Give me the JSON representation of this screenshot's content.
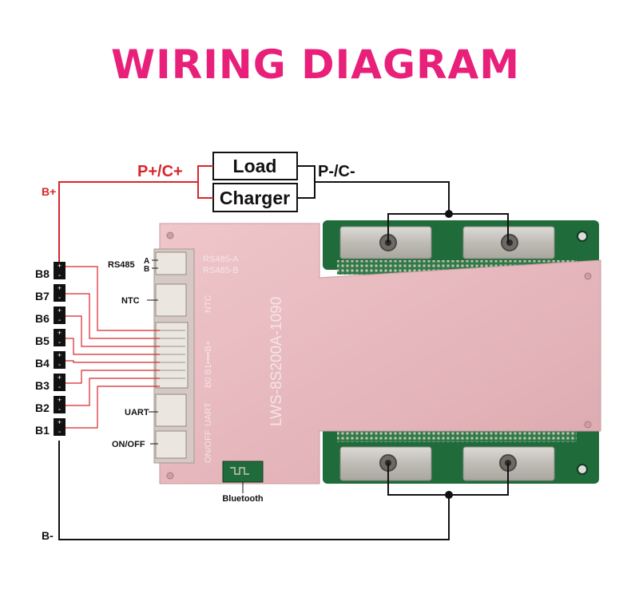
{
  "title": "WIRING DIAGRAM",
  "colors": {
    "title": "#e8207a",
    "positive_wire": "#d8262c",
    "wire": "#111111",
    "board_pink": "#e6b8bd",
    "pcb_green": "#1f6b3a",
    "terminal_metal": "#c9c6c0"
  },
  "boxes": {
    "load": "Load",
    "charger": "Charger"
  },
  "labels": {
    "positive_terminal": "P+/C+",
    "negative_terminal": "P-/C-",
    "b_plus": "B+",
    "b_minus": "B-"
  },
  "battery_taps": [
    "B8",
    "B7",
    "B6",
    "B5",
    "B4",
    "B3",
    "B2",
    "B1"
  ],
  "tap_symbols": {
    "plus": "+",
    "minus": "-"
  },
  "connectors": {
    "rs485": "RS485",
    "rs485_a": "A",
    "rs485_b": "B",
    "ntc": "NTC",
    "uart": "UART",
    "on_off": "ON/OFF",
    "bluetooth": "Bluetooth"
  },
  "board": {
    "model": "LWS-8S200A-1090",
    "silk_rs485_a": "RS485-A",
    "silk_rs485_b": "RS485-B",
    "silk_ntc": "NTC",
    "silk_balance": "B0 B1••••B+",
    "silk_uart": "UART",
    "silk_onoff": "ON/OFF"
  }
}
